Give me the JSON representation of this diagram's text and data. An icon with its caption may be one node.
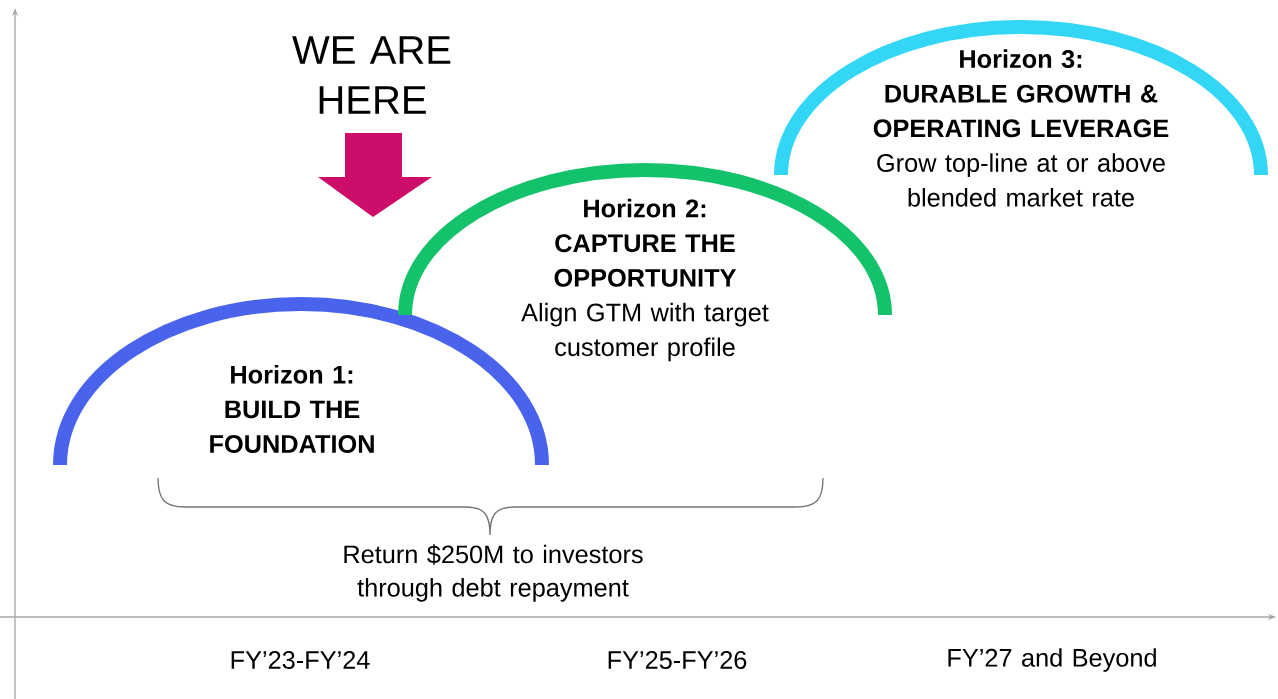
{
  "diagram": {
    "nodes": [
      {
        "text": [
          "Horizon 1:",
          "BUILD THE FOUNDATION"
        ]
      },
      {
        "text": [
          "Horizon 2:",
          "CAPTURE THE OPPORTUNITY",
          "Align GTM with target customer profile"
        ]
      },
      {
        "text": [
          "Horizon 3:",
          "DURABLE GROWTH & OPERATING LEVERAGE",
          "Grow top-line at or above blended market rate"
        ]
      }
    ],
    "labels": [
      "WE ARE HERE",
      "Return $250M to investors through debt repayment",
      "FY’23-FY’24",
      "FY’25-FY’26",
      "FY’27 and Beyond"
    ]
  }
}
